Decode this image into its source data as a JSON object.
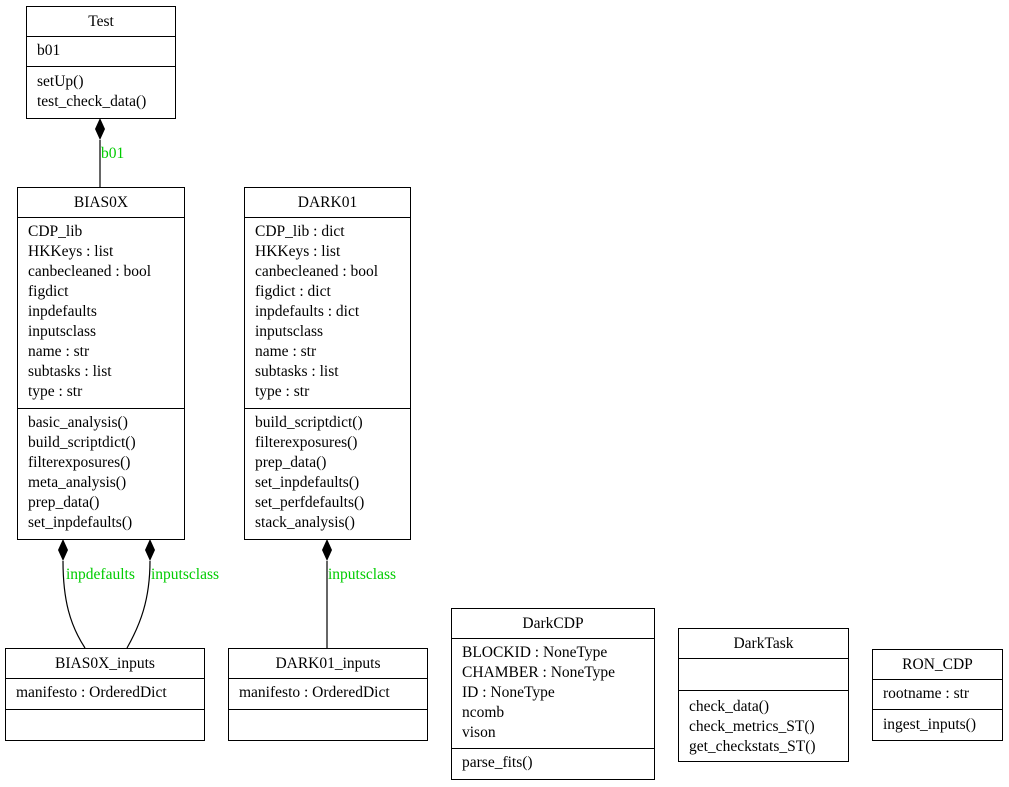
{
  "diagram": {
    "type": "UML class diagram",
    "label_color": "#00cc00",
    "classes": [
      {
        "id": "Test",
        "name": "Test",
        "attributes": [
          "b01"
        ],
        "methods": [
          "setUp()",
          "test_check_data()"
        ]
      },
      {
        "id": "BIAS0X",
        "name": "BIAS0X",
        "attributes": [
          "CDP_lib",
          "HKKeys : list",
          "canbecleaned : bool",
          "figdict",
          "inpdefaults",
          "inputsclass",
          "name : str",
          "subtasks : list",
          "type : str"
        ],
        "methods": [
          "basic_analysis()",
          "build_scriptdict()",
          "filterexposures()",
          "meta_analysis()",
          "prep_data()",
          "set_inpdefaults()"
        ]
      },
      {
        "id": "DARK01",
        "name": "DARK01",
        "attributes": [
          "CDP_lib : dict",
          "HKKeys : list",
          "canbecleaned : bool",
          "figdict : dict",
          "inpdefaults : dict",
          "inputsclass",
          "name : str",
          "subtasks : list",
          "type : str"
        ],
        "methods": [
          "build_scriptdict()",
          "filterexposures()",
          "prep_data()",
          "set_inpdefaults()",
          "set_perfdefaults()",
          "stack_analysis()"
        ]
      },
      {
        "id": "BIAS0X_inputs",
        "name": "BIAS0X_inputs",
        "attributes": [
          "manifesto : OrderedDict"
        ],
        "methods": []
      },
      {
        "id": "DARK01_inputs",
        "name": "DARK01_inputs",
        "attributes": [
          "manifesto : OrderedDict"
        ],
        "methods": []
      },
      {
        "id": "DarkCDP",
        "name": "DarkCDP",
        "attributes": [
          "BLOCKID : NoneType",
          "CHAMBER : NoneType",
          "ID : NoneType",
          "ncomb",
          "vison"
        ],
        "methods": [
          "parse_fits()"
        ]
      },
      {
        "id": "DarkTask",
        "name": "DarkTask",
        "attributes": [],
        "methods": [
          "check_data()",
          "check_metrics_ST()",
          "get_checkstats_ST()"
        ]
      },
      {
        "id": "RON_CDP",
        "name": "RON_CDP",
        "attributes": [
          "rootname : str"
        ],
        "methods": [
          "ingest_inputs()"
        ]
      }
    ],
    "relations": [
      {
        "type": "composition",
        "whole": "Test",
        "part": "BIAS0X",
        "label": "b01"
      },
      {
        "type": "composition",
        "whole": "BIAS0X",
        "part": "BIAS0X_inputs",
        "label": "inpdefaults"
      },
      {
        "type": "composition",
        "whole": "BIAS0X",
        "part": "BIAS0X_inputs",
        "label": "inputsclass"
      },
      {
        "type": "composition",
        "whole": "DARK01",
        "part": "DARK01_inputs",
        "label": "inputsclass"
      }
    ]
  }
}
